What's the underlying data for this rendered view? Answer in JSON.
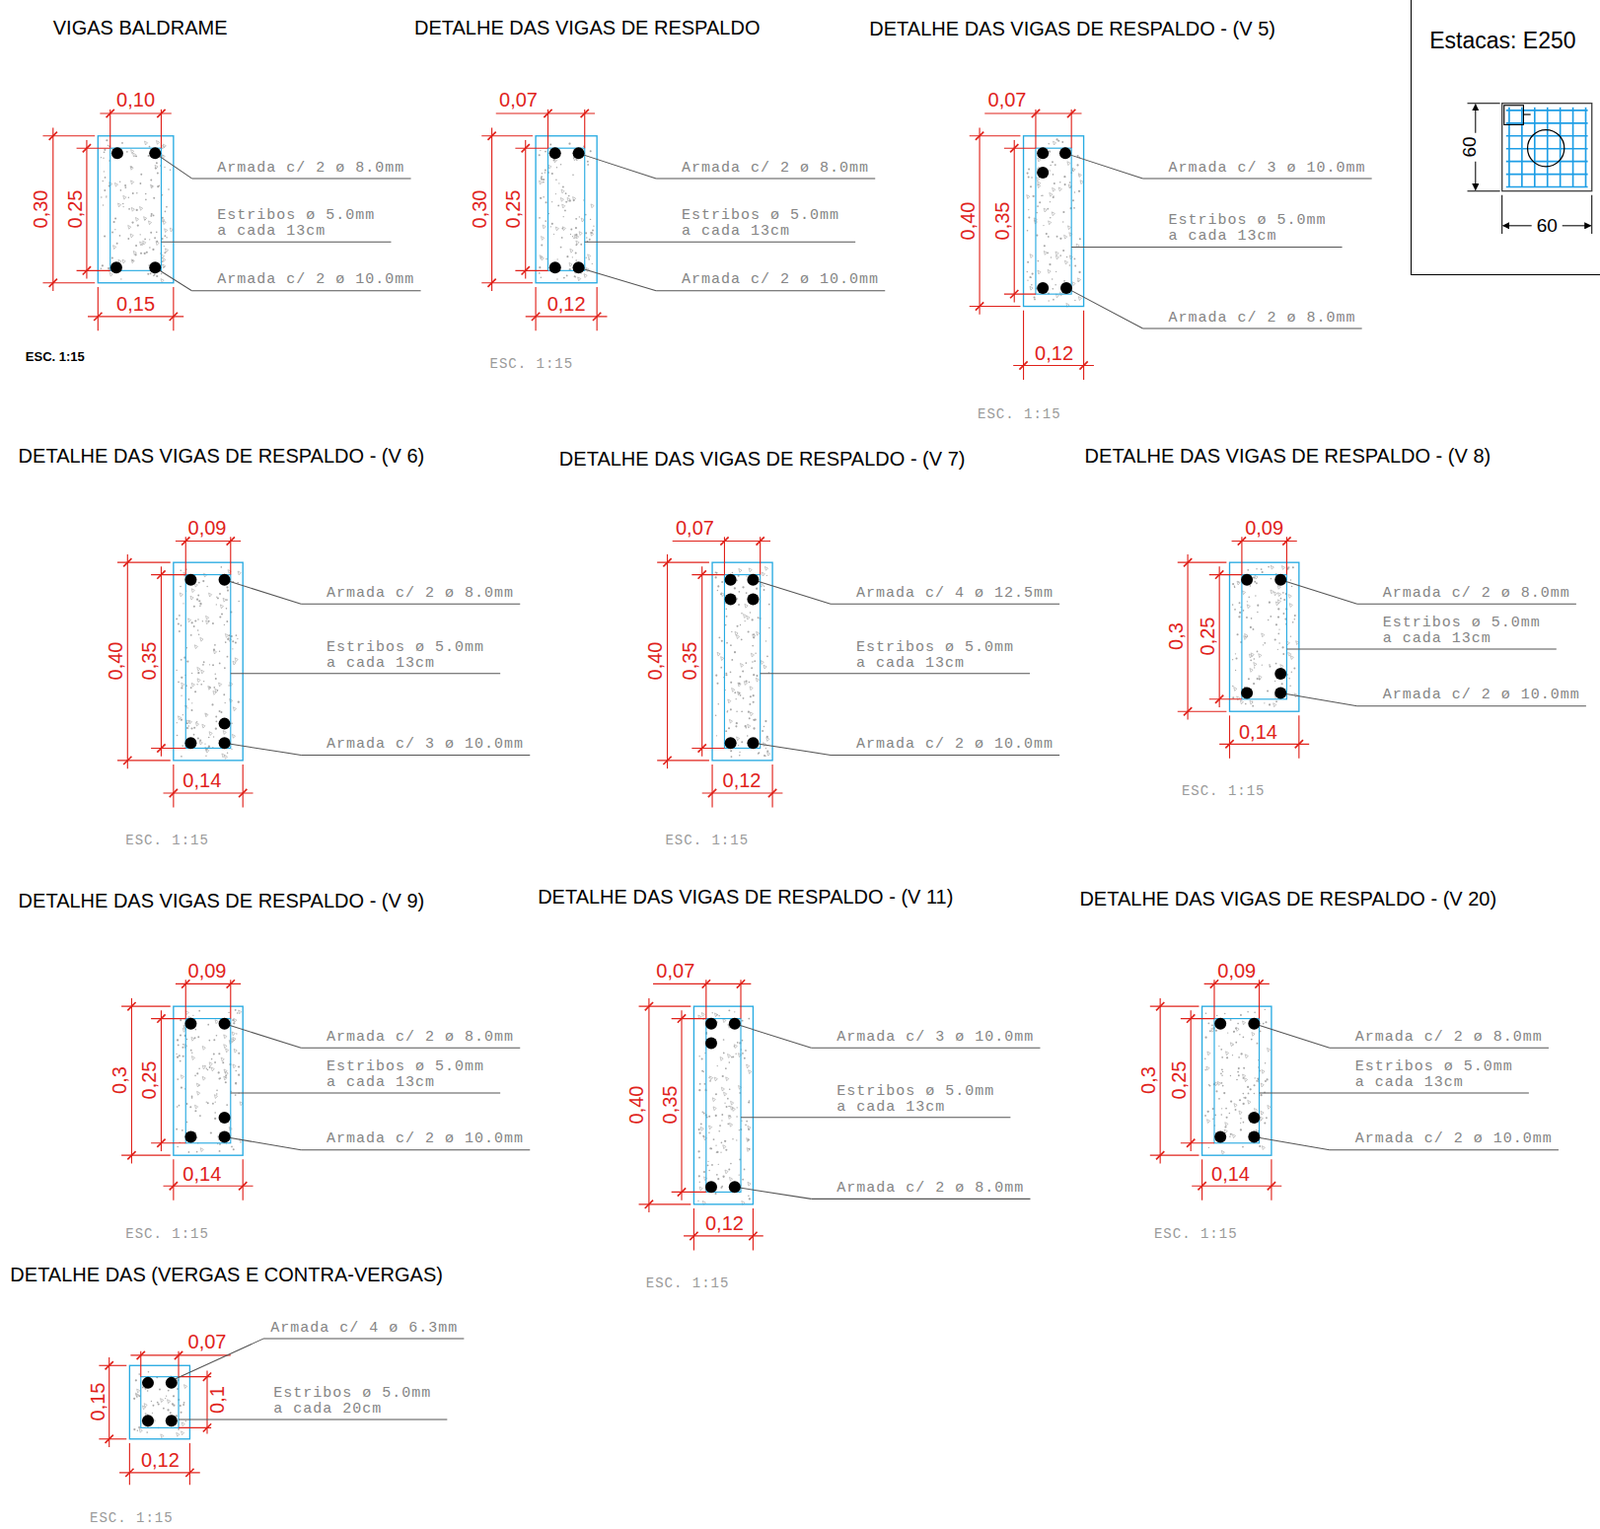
{
  "diagram": {
    "nodes": [
      {
        "text": [
          "Estacas: E250"
        ]
      }
    ],
    "edges": [],
    "labels": [
      "VIGAS BALDRAME",
      "0,10",
      "0,30",
      "0,25",
      "Armada c/ 2 ø 8.0mm",
      "Estribos ø 5.0mm a cada 13cm",
      "Armada c/ 2 ø 10.0mm",
      "0,15",
      "ESC. 1:15",
      "DETALHE DAS VIGAS DE RESPALDO",
      "0,07",
      "0,30",
      "0,25",
      "Armada c/ 2 ø 8.0mm",
      "Estribos ø 5.0mm a cada 13cm",
      "Armada c/ 2 ø 10.0mm",
      "0,12",
      "ESC. 1:15",
      "DETALHE DAS VIGAS DE RESPALDO - (V 5)",
      "0,07",
      "0,40",
      "0,35",
      "Armada c/ 3 ø 10.0mm",
      "Estribos ø 5.0mm a cada 13cm",
      "Armada c/ 2 ø 8.0mm",
      "0,12",
      "ESC. 1:15",
      "60",
      "60",
      "DETALHE DAS VIGAS DE RESPALDO - (V 6)",
      "0,09",
      "0,40",
      "0,35",
      "Armada c/ 2 ø 8.0mm",
      "Estribos ø 5.0mm a cada 13cm",
      "Armada c/ 3 ø 10.0mm",
      "0,14",
      "ESC. 1:15",
      "DETALHE DAS VIGAS DE RESPALDO - (V 7)",
      "0,07",
      "0,40",
      "0,35",
      "Armada c/ 4 ø 12.5mm",
      "Estribos ø 5.0mm a cada 13cm",
      "Armada c/ 2 ø 10.0mm",
      "0,12",
      "ESC. 1:15",
      "DETALHE DAS VIGAS DE RESPALDO - (V 8)",
      "0,09",
      "0,3",
      "0,25",
      "Armada c/ 2 ø 8.0mm",
      "Estribos ø 5.0mm a cada 13cm",
      "Armada c/ 2 ø 10.0mm",
      "0,14",
      "ESC. 1:15",
      "DETALHE DAS VIGAS DE RESPALDO - (V 9)",
      "0,09",
      "0,3",
      "0,25",
      "Armada c/ 2 ø 8.0mm",
      "Estribos ø 5.0mm a cada 13cm",
      "Armada c/ 2 ø 10.0mm",
      "0,14",
      "ESC. 1:15",
      "DETALHE DAS VIGAS DE RESPALDO - (V 11)",
      "0,07",
      "0,40",
      "0,35",
      "Armada c/ 3 ø 10.0mm",
      "Estribos ø 5.0mm a cada 13cm",
      "Armada c/ 2 ø 8.0mm",
      "0,12",
      "ESC. 1:15",
      "DETALHE DAS VIGAS DE RESPALDO - (V 20)",
      "0,09",
      "0,3",
      "0,25",
      "Armada c/ 2 ø 8.0mm",
      "Estribos ø 5.0mm a cada 13cm",
      "Armada c/ 2 ø 10.0mm",
      "0,14",
      "ESC. 1:15",
      "DETALHE DAS (VERGAS E CONTRA-VERGAS)",
      "Armada c/ 4 ø 6.3mm",
      "0,07",
      "0,15",
      "Estribos ø 5.0mm a cada 20cm",
      "0,1",
      "0,12",
      "ESC. 1:15"
    ]
  }
}
